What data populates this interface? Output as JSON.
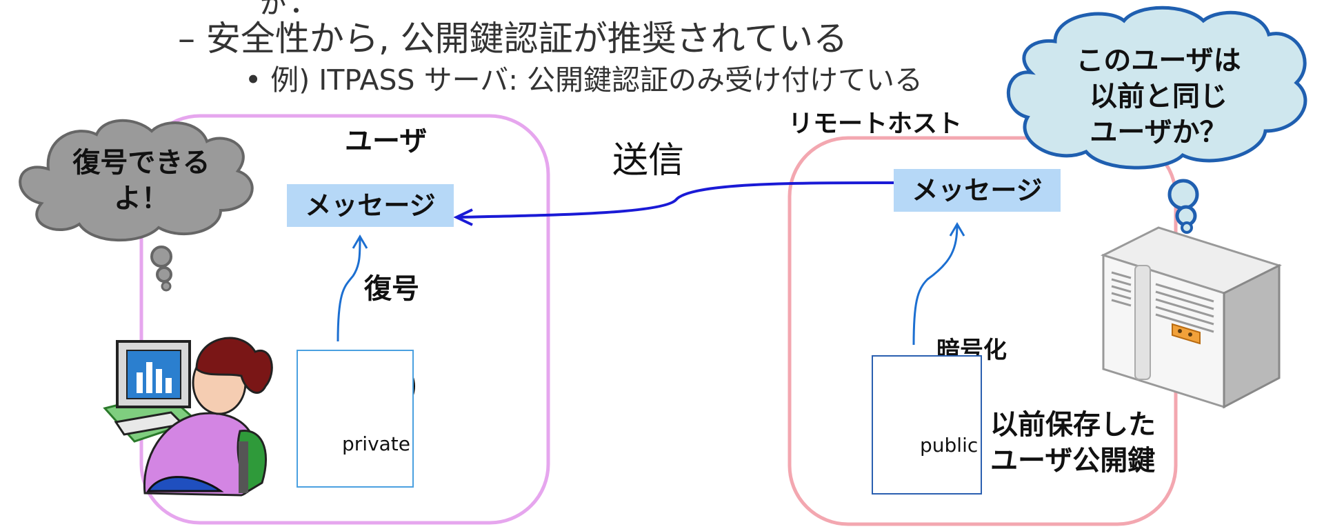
{
  "slide": {
    "bullet_fragment": "ゕ：",
    "bullet_level2": "–  安全性から, 公開鍵認証が推奨されている",
    "bullet_level3": "•  例) ITPASS サーバ: 公開鍵認証のみ受け付けている"
  },
  "user_side": {
    "title": "ユーザ",
    "message": "メッセージ",
    "action": "復号",
    "key_label": "private",
    "thought_line1": "復号できる",
    "thought_line2": "よ！"
  },
  "transfer": {
    "label": "送信"
  },
  "remote_side": {
    "title": "リモートホスト",
    "message": "メッセージ",
    "action": "暗号化",
    "key_label": "public",
    "stored_key_line1": "以前保存した",
    "stored_key_line2": "ユーザ公開鍵",
    "thought_line1": "このユーザは",
    "thought_line2": "以前と同じ",
    "thought_line3": "ユーザか？"
  },
  "colors": {
    "user_frame": "#e6a6ee",
    "remote_frame": "#f3a7b0",
    "message_fill": "#b6d8f7",
    "arrow": "#1a1ad6",
    "gray_cloud": "#9a9a9a",
    "blue_cloud": "#cfe7ee"
  },
  "icons": [
    "woman-at-computer-icon",
    "black-key-icon",
    "gold-key-icon",
    "server-icon"
  ]
}
